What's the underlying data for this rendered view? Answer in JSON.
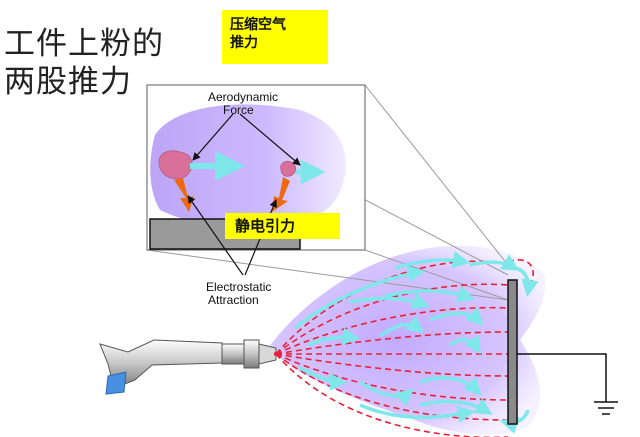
{
  "title": {
    "line1": "工件上粉的",
    "line2": "两股推力"
  },
  "labels": {
    "compressed_air_line1": "压缩空气",
    "compressed_air_line2": "推力",
    "electrostatic_force": "静电引力",
    "aerodynamic_line1": "Aerodynamic",
    "aerodynamic_line2": "Force",
    "electrostatic_line1": "Electrostatic",
    "electrostatic_line2": "Attraction"
  },
  "colors": {
    "cloud": "#c9b3ff",
    "air_arrow": "#7ee7ea",
    "force_arrow": "#ee6a10",
    "field_line": "#e8203a",
    "label_bg": "#ffff00",
    "particle": "#d9709a"
  }
}
